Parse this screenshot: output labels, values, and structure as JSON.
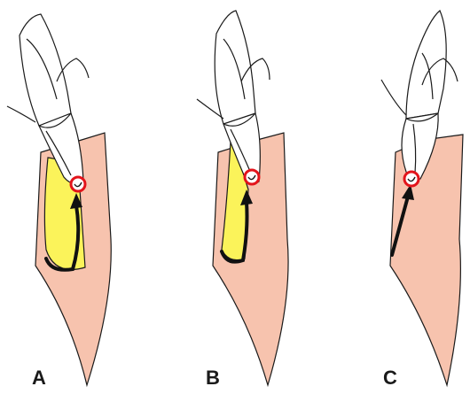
{
  "panels": [
    {
      "label": "A"
    },
    {
      "label": "B"
    },
    {
      "label": "C"
    }
  ],
  "colors": {
    "gingiva": "#f7c3ae",
    "defect": "#fbf35a",
    "marker_ring": "#e3141b",
    "outline": "#1a1a1a",
    "tooth_fill": "#ffffff"
  }
}
